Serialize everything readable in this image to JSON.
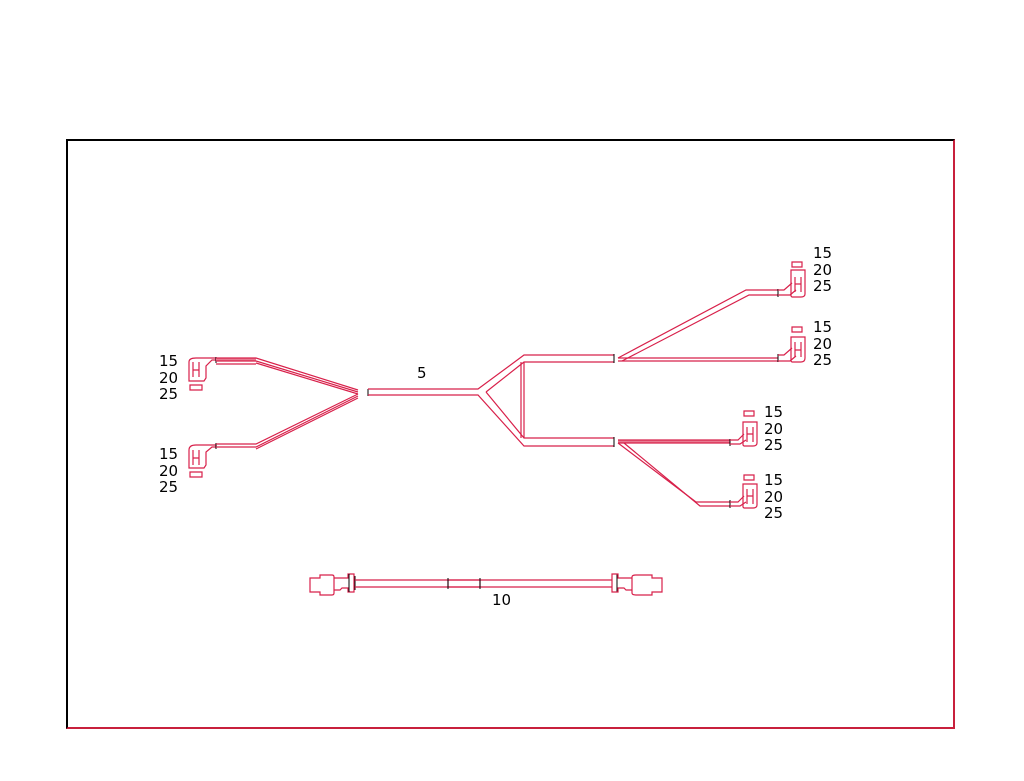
{
  "diagram": {
    "title": "",
    "colors": {
      "wire": "#d8204a",
      "frame_top_left": "#000000",
      "frame_bottom_right": "#c8203c",
      "text": "#000000"
    },
    "items": [
      {
        "id": "harness",
        "callout": "5",
        "description": "Y-splitter wire harness with 2 inputs and 4 outputs"
      },
      {
        "id": "cable",
        "callout": "10",
        "description": "Extension cable with connectors on both ends"
      }
    ],
    "connector_groups": [
      {
        "id": "left-top",
        "options": [
          "15",
          "20",
          "25"
        ]
      },
      {
        "id": "left-bottom",
        "options": [
          "15",
          "20",
          "25"
        ]
      },
      {
        "id": "right-1",
        "options": [
          "15",
          "20",
          "25"
        ]
      },
      {
        "id": "right-2",
        "options": [
          "15",
          "20",
          "25"
        ]
      },
      {
        "id": "right-3",
        "options": [
          "15",
          "20",
          "25"
        ]
      },
      {
        "id": "right-4",
        "options": [
          "15",
          "20",
          "25"
        ]
      }
    ]
  }
}
